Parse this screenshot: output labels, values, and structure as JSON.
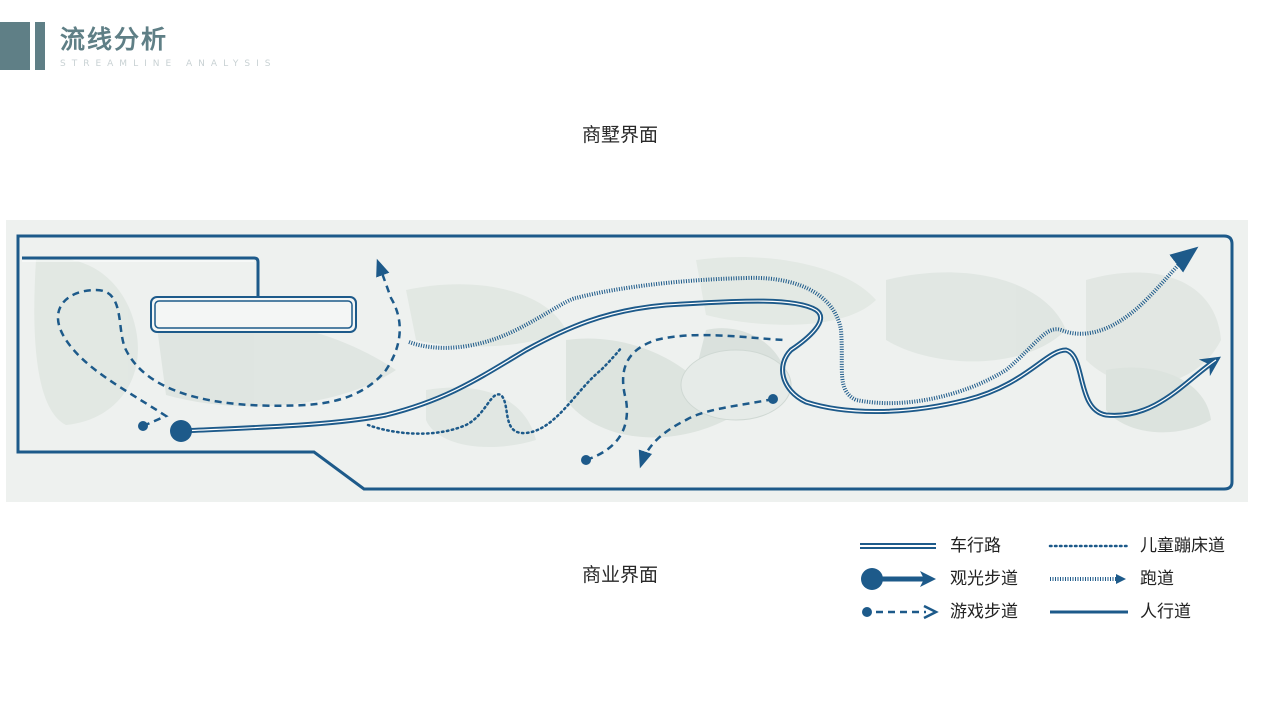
{
  "header": {
    "title": "流线分析",
    "subtitle": "STREAMLINE ANALYSIS"
  },
  "labels": {
    "top_interface": "商墅界面",
    "bottom_interface": "商业界面"
  },
  "colors": {
    "route_blue": "#1d5a8a",
    "header_teal": "#5f7f86",
    "site_fill": "#eef1ef"
  },
  "legend": [
    {
      "label": "车行路",
      "style": "double-line"
    },
    {
      "label": "观光步道",
      "style": "dot-arrow-solid"
    },
    {
      "label": "游戏步道",
      "style": "dot-arrow-dashed"
    },
    {
      "label": "儿童蹦床道",
      "style": "dotted-line"
    },
    {
      "label": "跑道",
      "style": "hatched-arrow"
    },
    {
      "label": "人行道",
      "style": "solid-line"
    }
  ]
}
